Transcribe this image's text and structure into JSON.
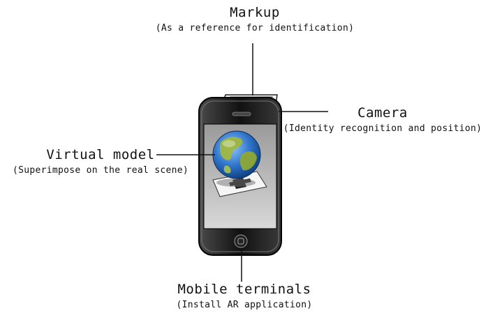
{
  "labels": {
    "markup": {
      "title": "Markup",
      "note": "(As a reference for identification)"
    },
    "camera": {
      "title": "Camera",
      "note": "(Identity recognition and position)"
    },
    "virtual_model": {
      "title": "Virtual model",
      "note": "(Superimpose on the real scene)"
    },
    "mobile_terminals": {
      "title": "Mobile terminals",
      "note": "(Install AR application)"
    }
  },
  "icons": {
    "phone": "smartphone-icon",
    "marker_card": "ar-marker-icon",
    "globe": "earth-globe-icon",
    "home_button": "home-button-icon"
  },
  "colors": {
    "phone_body": "#1a1a1a",
    "screen_bg": "#b8b8b8",
    "ocean": "#2f74c9",
    "land": "#9fb83f",
    "text": "#111111"
  }
}
